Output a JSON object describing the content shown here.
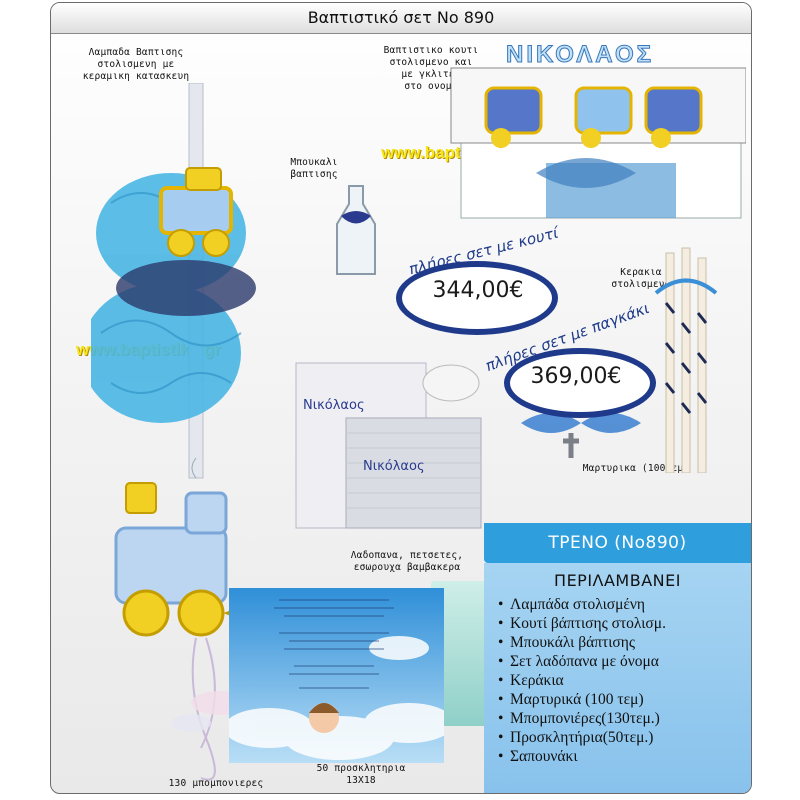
{
  "title": "Βαπτιστικό σετ Νο 890",
  "labels": {
    "candle": "Λαμπαδα Βαπτισης\nστολισμενη με\nκεραμικη κατασκευη",
    "box": "Βαπτιστικο κουτι\nστολισμενο και\nμε γκλιτερ\nστο ονομα",
    "bottle": "Μπουκαλι\nβαπτισης",
    "small_candles": "Κερακια\nστολισμενα",
    "witness_favors": "Μαρτυρικα (100τεμ)",
    "oil_linens": "Λαδοπανα, πετσετες,\nεσωρουχα βαμβακερα",
    "invitations": "50 προσκλητηρια\n13Χ18",
    "bonbonnieres": "130 μπομπονιερες"
  },
  "website": "www.baptistika.gr",
  "box_name": "ΝΙΚΟΛΑΟΣ",
  "towel_name": "Νικόλαος",
  "price_box": {
    "caption": "πλήρες σετ με κουτί",
    "price": "344,00€"
  },
  "price_bench": {
    "caption": "πλήρες σετ με παγκάκι",
    "price": "369,00€"
  },
  "package": {
    "header": "ΤΡΕΝΟ (Νο890)",
    "title": "ΠΕΡΙΛΑΜΒΑΝΕΙ",
    "items": [
      "Λαμπάδα στολισμένη",
      "Κουτί βάπτισης στολισμ.",
      "Μπουκάλι βάπτισης",
      "Σετ λαδόπανα με όνομα",
      "Κεράκια",
      "Μαρτυρικά (100 τεμ)",
      "Μπομπονιέρες(130τεμ.)",
      "Προσκλητήρια(50τεμ.)",
      "Σαπουνάκι"
    ]
  },
  "colors": {
    "accent_blue": "#2e9fdc",
    "oval_blue": "#1f3a8a",
    "site_yellow": "#f7e61c",
    "package_bg": "#a6d4f2"
  }
}
